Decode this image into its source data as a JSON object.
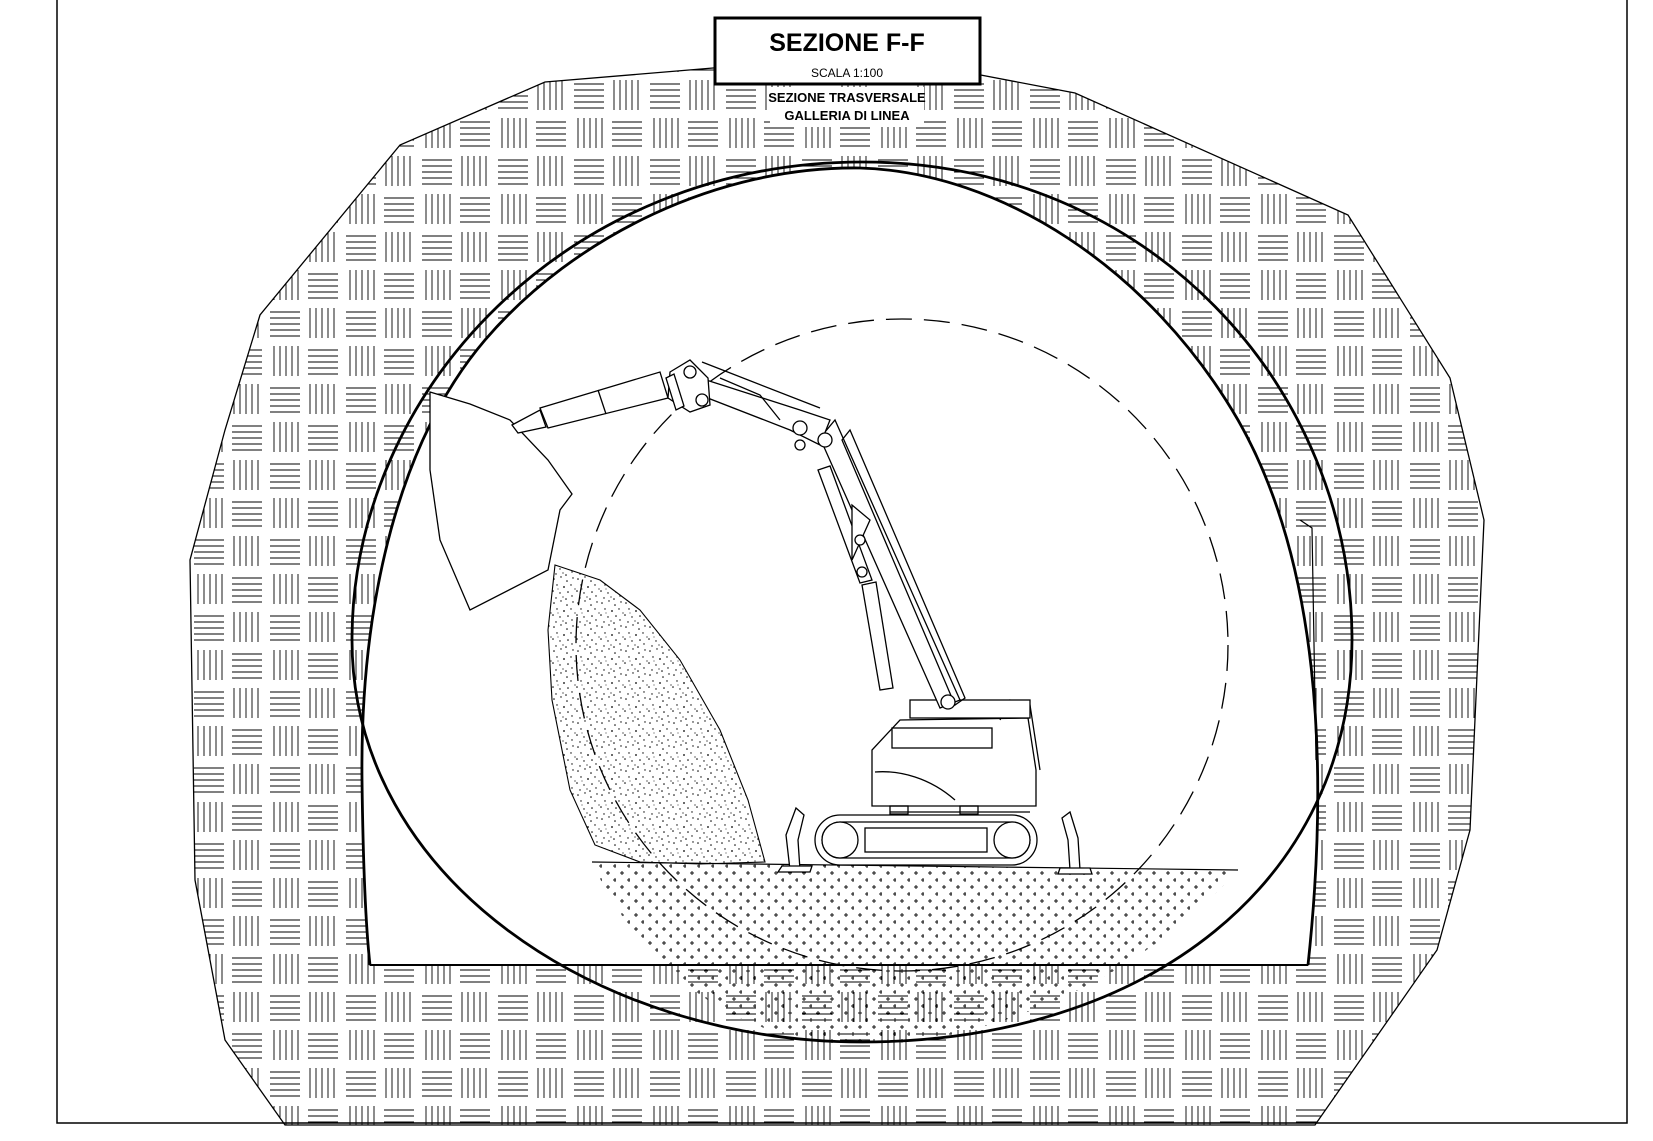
{
  "title_block": {
    "title": "SEZIONE F-F",
    "scale": "SCALA 1:100",
    "subtitle_line1": "SEZIONE TRASVERSALE",
    "subtitle_line2": "GALLERIA DI LINEA"
  },
  "colors": {
    "line": "#000000",
    "background": "#ffffff"
  },
  "hatch_patterns": [
    "basketweave-rock",
    "stipple-muck",
    "cross-invert-fill"
  ]
}
